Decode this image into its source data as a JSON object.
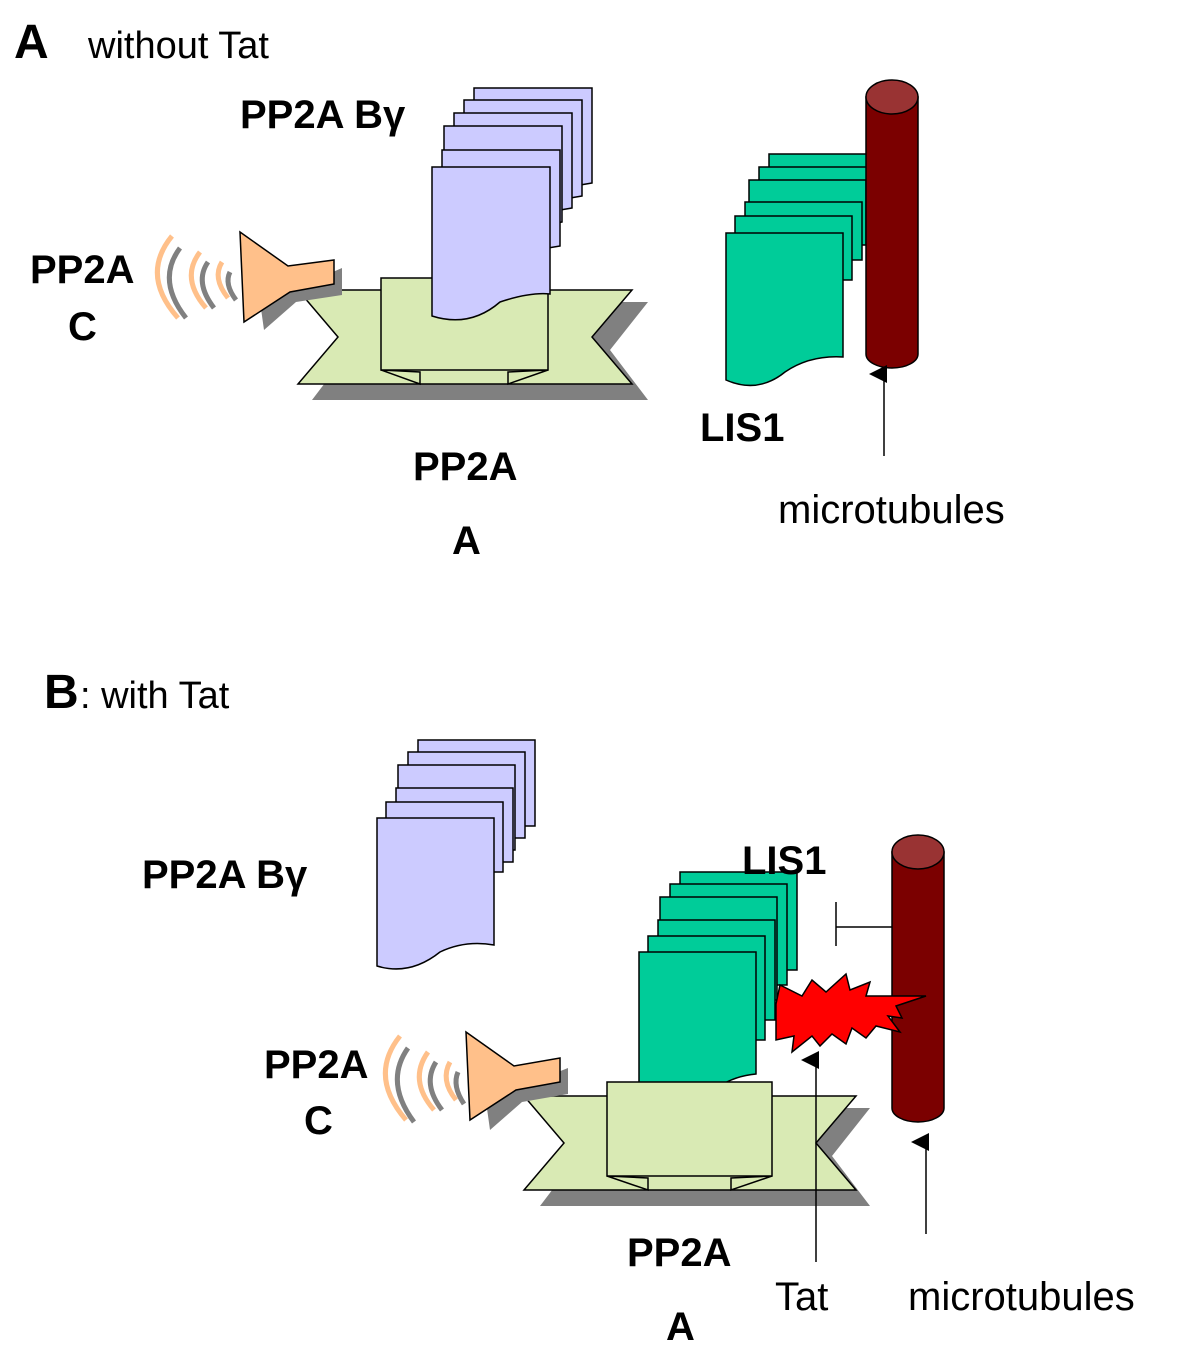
{
  "colors": {
    "pp2a_b_gamma": "#cccbff",
    "pp2a_a_scaffold": "#d9eab4",
    "pp2a_c": "#ffc08a",
    "lis1": "#00cc99",
    "microtubule": "#7b0000",
    "microtubule_top": "#993333",
    "tat": "#ff0000",
    "shadow": "#808080",
    "arc": "#808080"
  },
  "panel_a": {
    "letter": "A",
    "caption": "without Tat",
    "label_b_gamma": "PP2A  Bγ",
    "label_c_line1": "PP2A",
    "label_c_line2": "C",
    "label_a_line1": "PP2A",
    "label_a_line2": "A",
    "label_lis1": "LIS1",
    "label_microtubules": "microtubules"
  },
  "panel_b": {
    "letter": "B",
    "caption": ": with Tat",
    "label_b_gamma": "PP2A  Bγ",
    "label_c_line1": "PP2A",
    "label_c_line2": "C",
    "label_a_line1": "PP2A",
    "label_a_line2": "A",
    "label_lis1": "LIS1",
    "label_tat": "Tat",
    "label_microtubules": "microtubules"
  }
}
